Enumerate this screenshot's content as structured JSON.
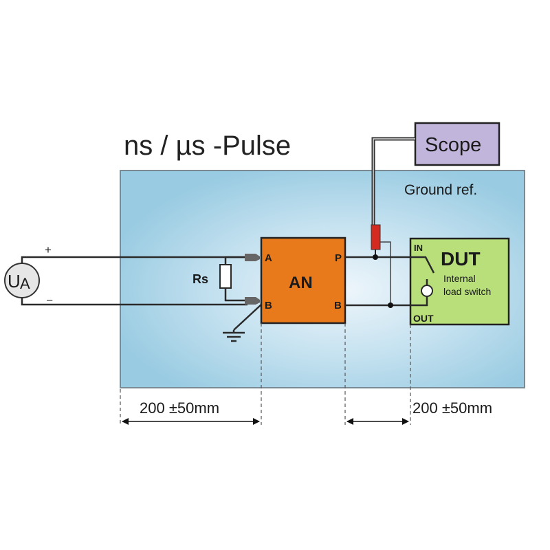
{
  "diagram": {
    "title": "ns / µs -Pulse",
    "ground_plane": {
      "label": "Ground ref.",
      "color": "#a9d4e8"
    },
    "scope": {
      "label": "Scope",
      "color": "#c2b5dc"
    },
    "source": {
      "label_main": "U",
      "label_sub": "A",
      "plus": "+",
      "minus": "–"
    },
    "resistor": {
      "label": "Rs"
    },
    "an": {
      "label": "AN",
      "color": "#e87a1c",
      "pins": {
        "a": "A",
        "b_left": "B",
        "p": "P",
        "b_right": "B"
      }
    },
    "dut": {
      "label": "DUT",
      "color": "#b8df7a",
      "in_label": "IN",
      "out_label": "OUT",
      "switch_label_1": "Internal",
      "switch_label_2": "load switch"
    },
    "dimensions": {
      "left": "200 ±50mm",
      "right": "200 ±50mm"
    },
    "colors": {
      "probe": "#d42a20",
      "wire": "#2a2a2a"
    }
  }
}
